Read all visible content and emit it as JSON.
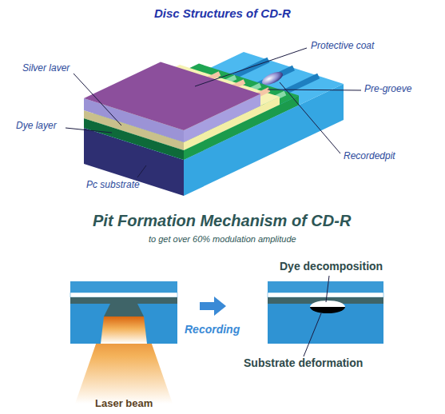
{
  "diagram": {
    "title": "Disc Structures of CD-R",
    "labels": [
      "Protective coat",
      "Silver laver",
      "Pre-groeve",
      "Dye layer",
      "Recordedpit",
      "Pc substrate",
      "Pit Formation Mechanism of CD-R",
      "to get over 60% modulation amplitude",
      "Dye decomposition",
      "Recording",
      "Substrate deformation",
      "Laser beam"
    ]
  }
}
